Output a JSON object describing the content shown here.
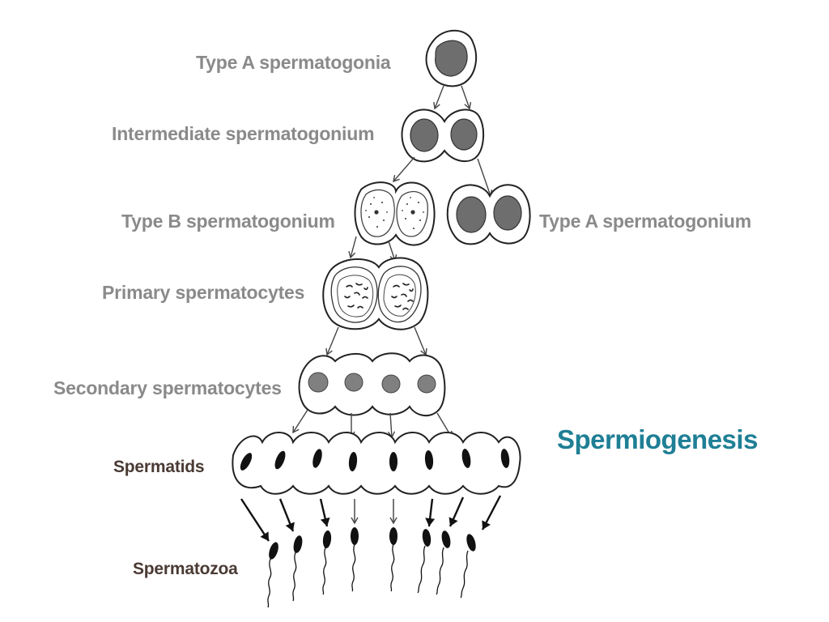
{
  "diagram": {
    "labels": {
      "type_a_spermatogonia": "Type A spermatogonia",
      "intermediate_spermatogonium": "Intermediate spermatogonium",
      "type_b_spermatogonium": "Type B spermatogonium",
      "type_a_spermatogonium_right": "Type A spermatogonium",
      "primary_spermatocytes": "Primary spermatocytes",
      "secondary_spermatocytes": "Secondary spermatocytes",
      "spermatids": "Spermatids",
      "spermatozoa": "Spermatozoa",
      "spermiogenesis": "Spermiogenesis"
    },
    "colors": {
      "stage_label": "#8a8a8a",
      "late_stage_label": "#4a3a34",
      "spermiogenesis_label": "#1f7f95",
      "outline": "#222222",
      "nucleus_spermatogonia": "#6e6e6e",
      "nucleus_secondary": "#808080",
      "nucleus_spermatid": "#111111"
    }
  }
}
